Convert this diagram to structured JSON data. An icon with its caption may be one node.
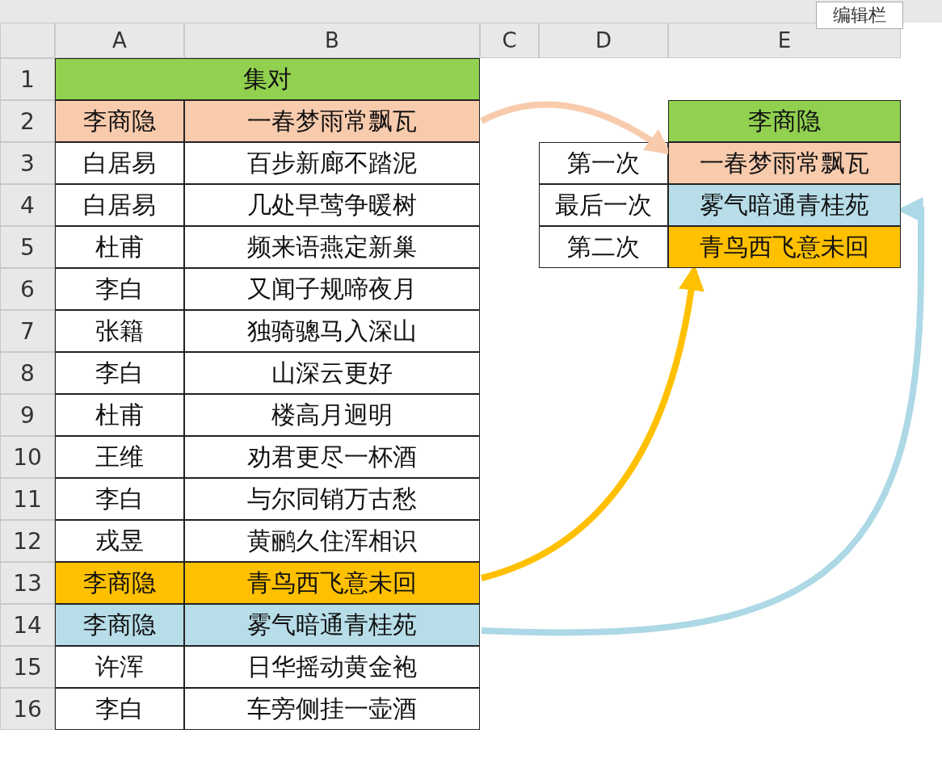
{
  "diagram": {
    "nodes": [
      {
        "text": [
          "一春梦雨常飘瓦"
        ]
      },
      {
        "text": [
          "青鸟西飞意未回"
        ]
      },
      {
        "text": [
          "雾气暗通青桂苑"
        ]
      },
      {
        "text": [
          "一春梦雨常飘瓦"
        ]
      },
      {
        "text": [
          "雾气暗通青桂苑"
        ]
      },
      {
        "text": [
          "青鸟西飞意未回"
        ]
      }
    ],
    "edges": [
      {
        "from": 0,
        "to": 3,
        "arrow": "to",
        "color": "#f8cbad"
      },
      {
        "from": 1,
        "to": 5,
        "arrow": "to",
        "color": "#ffc000"
      },
      {
        "from": 2,
        "to": 4,
        "arrow": "to",
        "color": "#add8e6"
      }
    ],
    "labels": [
      "编辑栏",
      "A",
      "B",
      "C",
      "D",
      "E",
      "1",
      "集对",
      "2",
      "李商隐",
      "李商隐",
      "3",
      "白居易",
      "百步新廊不踏泥",
      "第一次",
      "4",
      "白居易",
      "几处早莺争暖树",
      "最后一次",
      "5",
      "杜甫",
      "频来语燕定新巢",
      "第二次",
      "6",
      "李白",
      "又闻子规啼夜月",
      "7",
      "张籍",
      "独骑骢马入深山",
      "8",
      "李白",
      "山深云更好",
      "9",
      "杜甫",
      "楼高月迥明",
      "10",
      "王维",
      "劝君更尽一杯酒",
      "11",
      "李白",
      "与尔同销万古愁",
      "12",
      "戎昱",
      "黄鹂久住浑相识",
      "13",
      "李商隐",
      "14",
      "李商隐",
      "15",
      "许浑",
      "日华摇动黄金袍",
      "16",
      "李白",
      "车旁侧挂一壶酒"
    ]
  }
}
